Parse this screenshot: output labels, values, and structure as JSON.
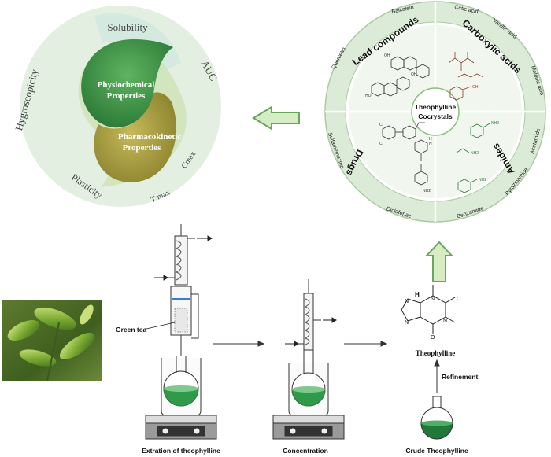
{
  "properties_circle": {
    "outer_labels": {
      "solubility": "Solubility",
      "auc": "AUC",
      "hygroscopicity": "Hygroscopicity",
      "plasticity": "Plasticity",
      "cmax": "Cmax",
      "tmax": "T max"
    },
    "inner": {
      "physio_line1": "Physiochemical",
      "physio_line2": "Properties",
      "pharma_line1": "Pharmacokinetic",
      "pharma_line2": "Properties"
    },
    "colors": {
      "outer": "#e3f0e1",
      "dark": "#3f8f46",
      "olive": "#a39a3c"
    }
  },
  "cocrystal_wheel": {
    "center_line1": "Theophylline",
    "center_line2": "Cocrystals",
    "quadrants": {
      "lead": "Lead compounds",
      "carboxylic": "Carboxylic acids",
      "drugs": "Drugs",
      "amides": "Amides"
    },
    "ring_labels": {
      "baicalein": "Baicalein",
      "citric": "Cirtic acid",
      "vanillic": "Vanillic acid",
      "malonic": "Malonic acid",
      "quercetin": "Quercetin",
      "sulfamethazine": "Sulfamethazine",
      "diclofenac": "Diclofenac",
      "benzamide": "Benzamide",
      "pyrazinamide": "Pyrazinamide",
      "acetamide": "Acetamide"
    },
    "structure_labels": {
      "nh2_a": "NH2",
      "nh2_b": "NH2",
      "nh2_c": "NH2",
      "nh2_d": "NH2",
      "oh_a": "OH",
      "oh_b": "OH",
      "oh_c": "OH",
      "ho_a": "HO",
      "cl_a": "Cl",
      "cl_b": "Cl",
      "n_a": "N",
      "h_a": "H"
    },
    "colors": {
      "ring": "#dcebd7",
      "inner": "#eef6ea",
      "border": "#6aa562"
    }
  },
  "process": {
    "green_tea_label": "Green tea",
    "step1_label": "Extration of theophylline",
    "step2_label": "Concentration",
    "step3_label": "Crude Theophylline",
    "refinement_label": "Refinement",
    "product_label": "Theophylline",
    "atoms": {
      "h": "H",
      "n1": "N",
      "n2": "N",
      "n3": "N",
      "n4": "N",
      "o1": "O",
      "o2": "O"
    }
  }
}
